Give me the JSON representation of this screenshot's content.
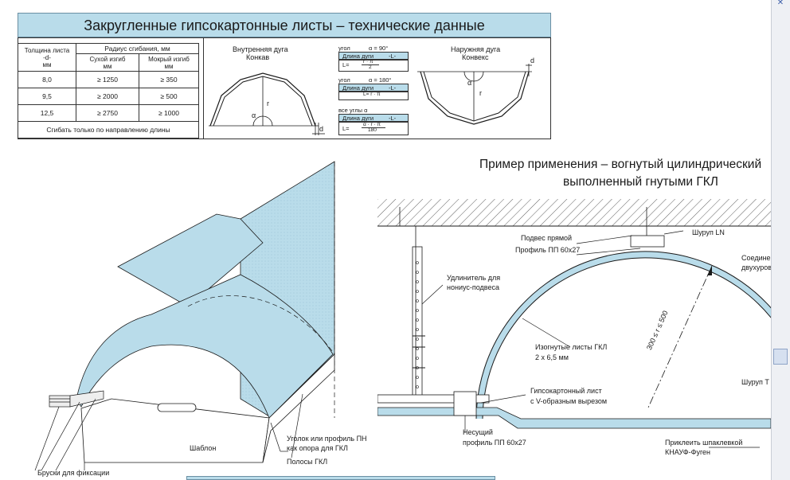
{
  "header": {
    "title": "Закругленные гипсокартонные листы – технические данные"
  },
  "spec_table": {
    "col_thickness": "Толщина листа",
    "col_thickness_symbol": "-d-",
    "col_thickness_unit": "мм",
    "col_radius": "Радиус сгибания, мм",
    "col_dry": "Сухой изгиб",
    "col_dry_unit": "мм",
    "col_wet": "Мокрый изгиб",
    "col_wet_unit": "мм",
    "rows": [
      {
        "thickness": "8,0",
        "dry": "≥ 1250",
        "wet": "≥ 350"
      },
      {
        "thickness": "9,5",
        "dry": "≥ 2000",
        "wet": "≥ 500"
      },
      {
        "thickness": "12,5",
        "dry": "≥ 2750",
        "wet": "≥ 1000"
      }
    ],
    "note": "Сгибать только по направлению длины"
  },
  "concave": {
    "title": "Внутренняя дуга",
    "subtitle": "Конкав",
    "alpha": "α",
    "r": "r",
    "d": "d"
  },
  "formulas": {
    "f1_angle": "угол",
    "f1_alpha": "α = 90°",
    "f1_len": "Длина дуги",
    "f1_L": "-L-",
    "f1_lhs": "L=",
    "f1_num": "r · π",
    "f1_den": "2",
    "f2_angle": "угол",
    "f2_alpha": "α = 180°",
    "f2_len": "Длина дуги",
    "f2_L": "-L-",
    "f2_expr": "L= r · π",
    "f3_angle": "все углы α",
    "f3_len": "Длина дуги",
    "f3_L": "-L-",
    "f3_lhs": "L=",
    "f3_num": "α · r · π",
    "f3_den": "180"
  },
  "convex": {
    "title": "Наружняя дуга",
    "subtitle": "Конвекс",
    "alpha": "α",
    "r": "r",
    "d": "d"
  },
  "left_drawing": {
    "template": "Шаблон",
    "corner_profile_1": "Уголок или профиль ПН",
    "corner_profile_2": "как опора для ГКЛ",
    "strips": "Полосы ГКЛ",
    "bars": "Бруски для фиксации"
  },
  "right_drawing": {
    "title_1": "Пример применения – вогнутый цилиндрический",
    "title_2": "выполненный гнутыми ГКЛ",
    "hanger": "Подвес прямой",
    "profile_top": "Профиль ПП 60x27",
    "screw_ln": "Шуруп LN",
    "extension_1": "Удлинитель для",
    "extension_2": "нониус-подвеса",
    "connection_1": "Соедине",
    "connection_2": "двухуров",
    "bent_1": "Изогнутые листы ГКЛ",
    "bent_2": "2 x 6,5 мм",
    "radius": "300 ≤ r ≤ 500",
    "screw_t": "Шуруп Т",
    "gkl_1": "Гипсокартонный лист",
    "gkl_2": "с V-образным вырезом",
    "carrier_1": "Несущий",
    "carrier_2": "профиль ПП 60x27",
    "glue_1": "Приклеить шпаклевкой",
    "glue_2": "КНАУФ-Фуген"
  },
  "colors": {
    "accent": "#b9dcea",
    "line": "#1a1a1a"
  }
}
